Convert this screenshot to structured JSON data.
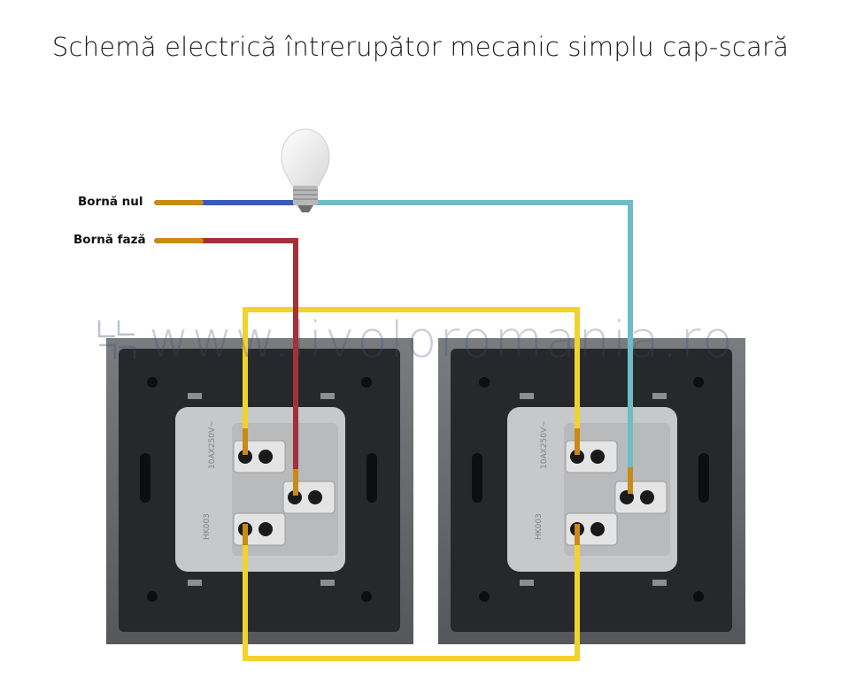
{
  "title": "Schemă electrică întrerupător mecanic simplu cap-scară",
  "labels": {
    "neutral": "Bornă nul",
    "phase": "Bornă fază"
  },
  "watermark": "www.livoloromania.ro",
  "switch_marking": {
    "rating": "10AX250V~",
    "model": "HK003"
  },
  "colors": {
    "neutral_wire": "#3a5cb0",
    "phase_wire": "#a3303a",
    "lamp_wire": "#6fbcc8",
    "traveler_wire": "#f2d22e",
    "wire_tip": "#c98a18",
    "plate": "#6b6d70",
    "module": "#c7c8ca"
  },
  "icons": [
    "light-bulb-icon",
    "logo-icon"
  ]
}
